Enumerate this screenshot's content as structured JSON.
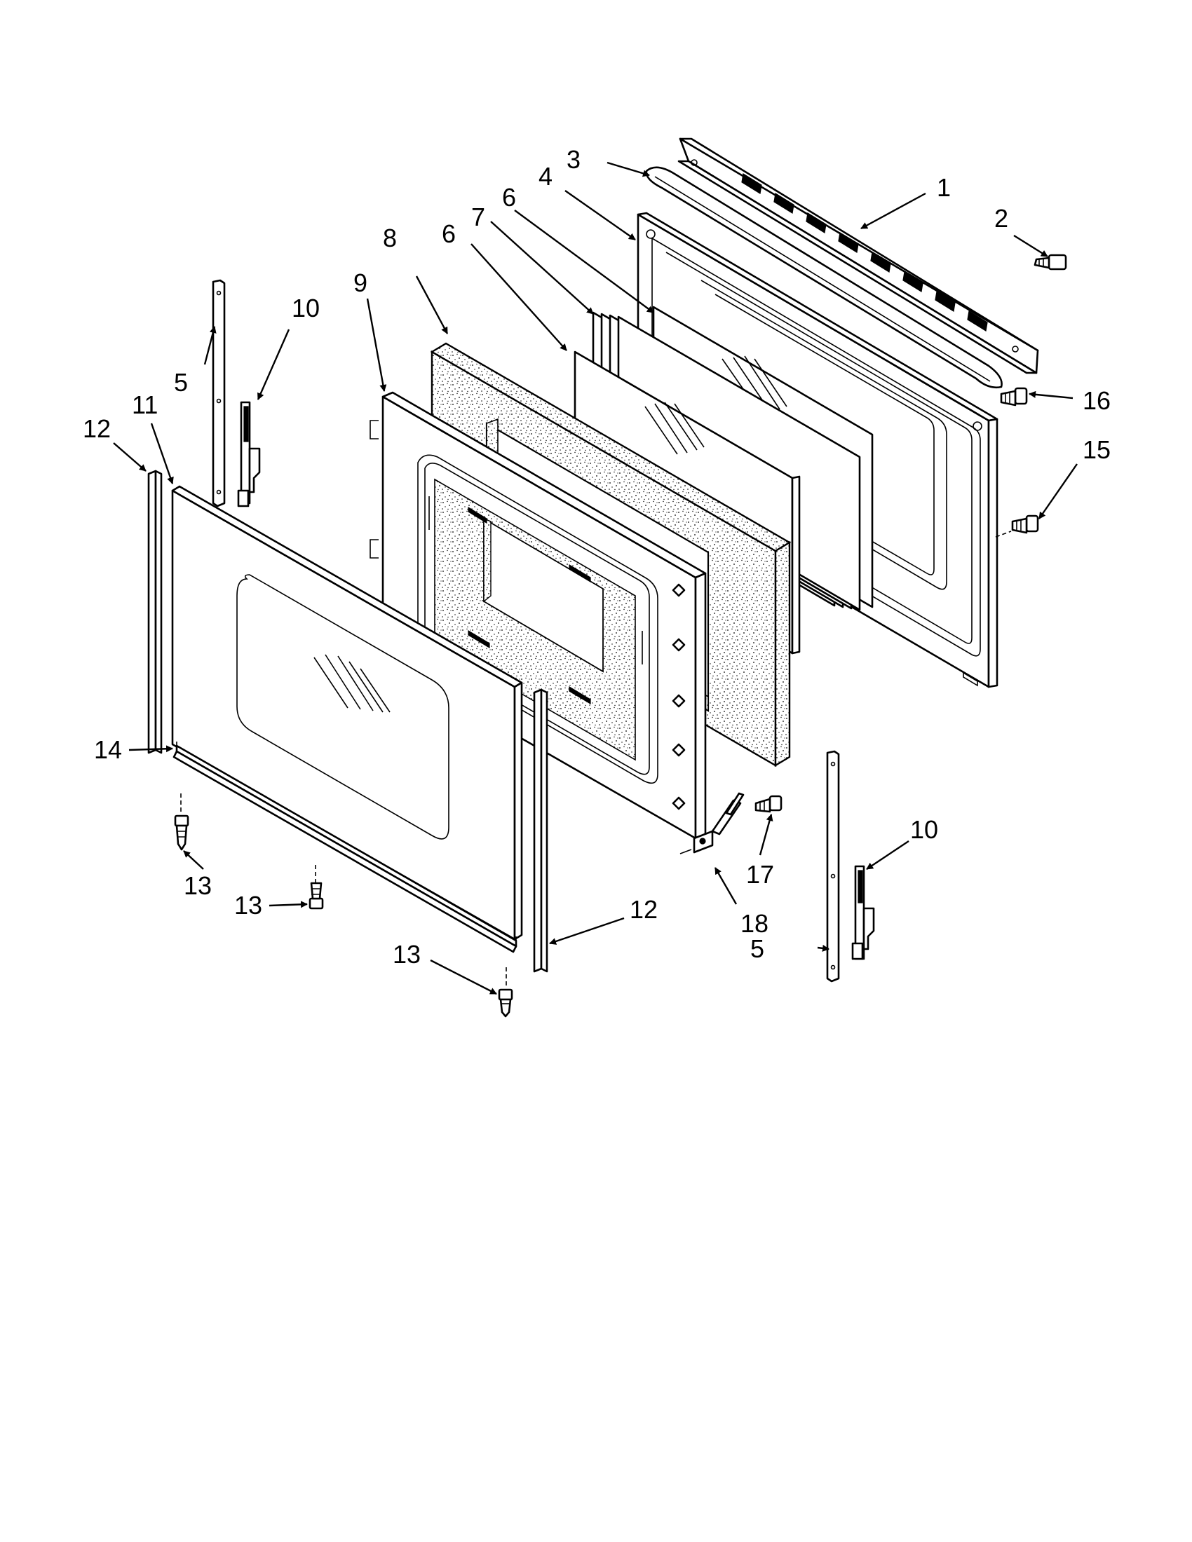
{
  "callouts": [
    {
      "id": "c1",
      "label": "1"
    },
    {
      "id": "c2",
      "label": "2"
    },
    {
      "id": "c3",
      "label": "3"
    },
    {
      "id": "c4",
      "label": "4"
    },
    {
      "id": "c5a",
      "label": "5"
    },
    {
      "id": "c5b",
      "label": "5"
    },
    {
      "id": "c6a",
      "label": "6"
    },
    {
      "id": "c6b",
      "label": "6"
    },
    {
      "id": "c7",
      "label": "7"
    },
    {
      "id": "c8",
      "label": "8"
    },
    {
      "id": "c9",
      "label": "9"
    },
    {
      "id": "c10a",
      "label": "10"
    },
    {
      "id": "c10b",
      "label": "10"
    },
    {
      "id": "c11",
      "label": "11"
    },
    {
      "id": "c12a",
      "label": "12"
    },
    {
      "id": "c12b",
      "label": "12"
    },
    {
      "id": "c13a",
      "label": "13"
    },
    {
      "id": "c13b",
      "label": "13"
    },
    {
      "id": "c13c",
      "label": "13"
    },
    {
      "id": "c14",
      "label": "14"
    },
    {
      "id": "c15",
      "label": "15"
    },
    {
      "id": "c16",
      "label": "16"
    },
    {
      "id": "c17",
      "label": "17"
    },
    {
      "id": "c18",
      "label": "18"
    }
  ]
}
